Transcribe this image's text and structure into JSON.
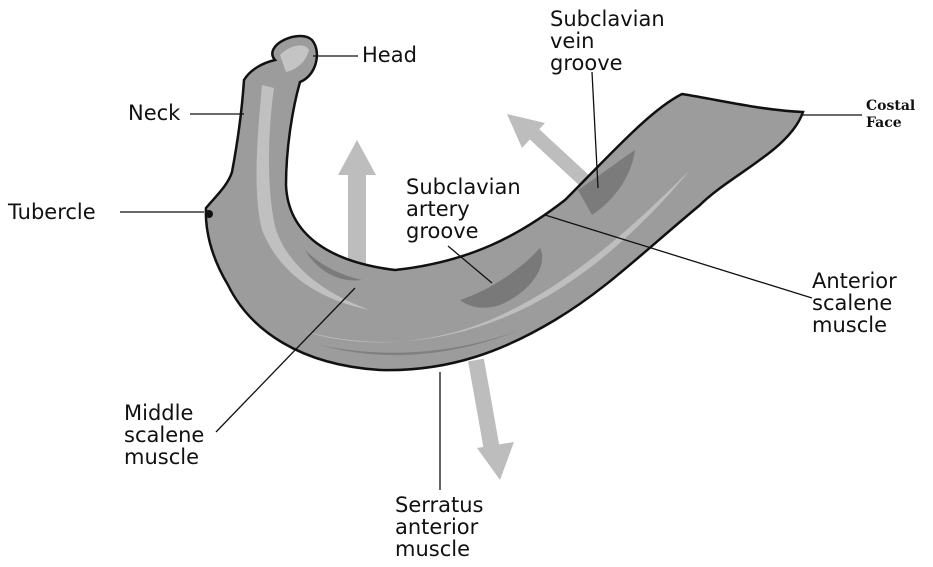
{
  "labels": {
    "head": "Head",
    "neck": "Neck",
    "tubercle": "Tubercle",
    "subclavian_vein_groove": [
      "Subclavian",
      "vein",
      "groove"
    ],
    "costal_face": [
      "Costal",
      "Face"
    ],
    "subclavian_artery_groove": [
      "Subclavian",
      "artery",
      "groove"
    ],
    "anterior_scalene_muscle": [
      "Anterior",
      "scalene",
      "muscle"
    ],
    "middle_scalene_muscle": [
      "Middle",
      "scalene",
      "muscle"
    ],
    "serratus_anterior_muscle": [
      "Serratus",
      "anterior",
      "muscle"
    ]
  },
  "colors": {
    "bone_fill": "#9c9c9c",
    "bone_highlight": "#c4c4c4",
    "bone_shadow": "#6e6e6e",
    "outline": "#111111",
    "arrow": "#bdbdbd",
    "leader_line": "#111111"
  }
}
